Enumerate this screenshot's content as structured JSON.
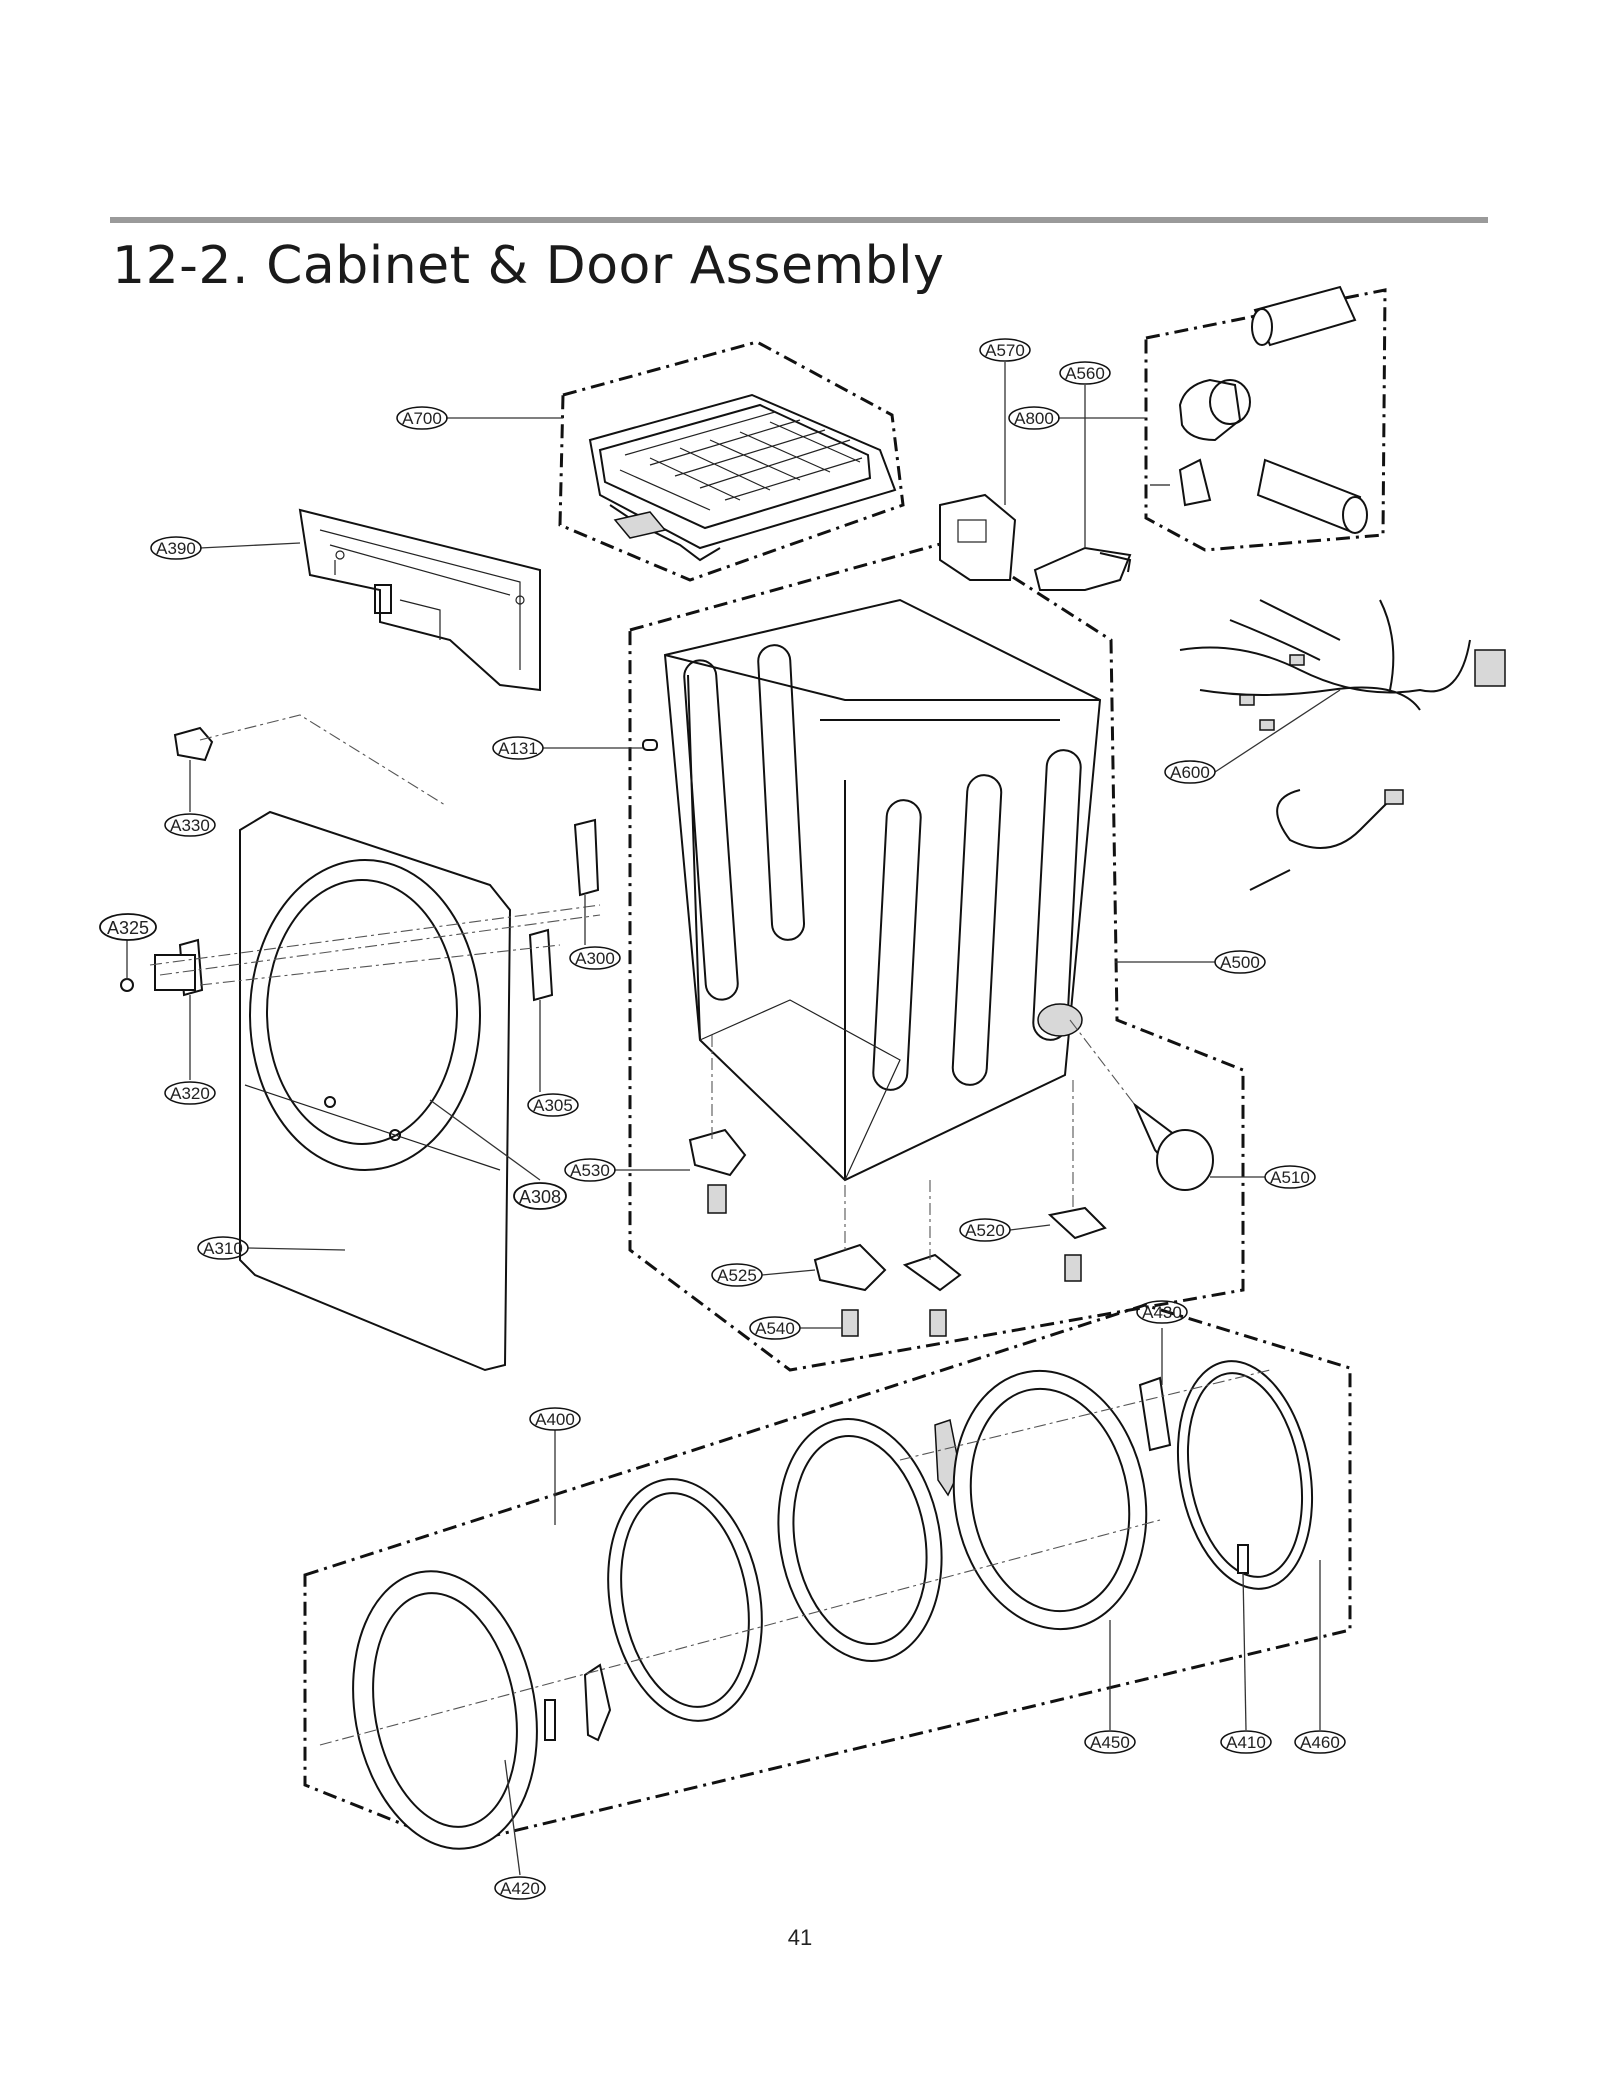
{
  "title": "12-2. Cabinet & Door Assembly",
  "page_number": "41",
  "callouts": [
    {
      "id": "A700",
      "label": "A700"
    },
    {
      "id": "A800",
      "label": "A800"
    },
    {
      "id": "A570",
      "label": "A570"
    },
    {
      "id": "A560",
      "label": "A560"
    },
    {
      "id": "A390",
      "label": "A390"
    },
    {
      "id": "A131",
      "label": "A131"
    },
    {
      "id": "A600",
      "label": "A600"
    },
    {
      "id": "A330",
      "label": "A330"
    },
    {
      "id": "A325",
      "label": "A325"
    },
    {
      "id": "A300",
      "label": "A300"
    },
    {
      "id": "A500",
      "label": "A500"
    },
    {
      "id": "A320",
      "label": "A320"
    },
    {
      "id": "A305",
      "label": "A305"
    },
    {
      "id": "A530",
      "label": "A530"
    },
    {
      "id": "A308",
      "label": "A308"
    },
    {
      "id": "A510",
      "label": "A510"
    },
    {
      "id": "A310",
      "label": "A310"
    },
    {
      "id": "A520",
      "label": "A520"
    },
    {
      "id": "A525",
      "label": "A525"
    },
    {
      "id": "A540",
      "label": "A540"
    },
    {
      "id": "A430",
      "label": "A430"
    },
    {
      "id": "A400",
      "label": "A400"
    },
    {
      "id": "A450",
      "label": "A450"
    },
    {
      "id": "A410",
      "label": "A410"
    },
    {
      "id": "A460",
      "label": "A460"
    },
    {
      "id": "A420",
      "label": "A420"
    }
  ]
}
